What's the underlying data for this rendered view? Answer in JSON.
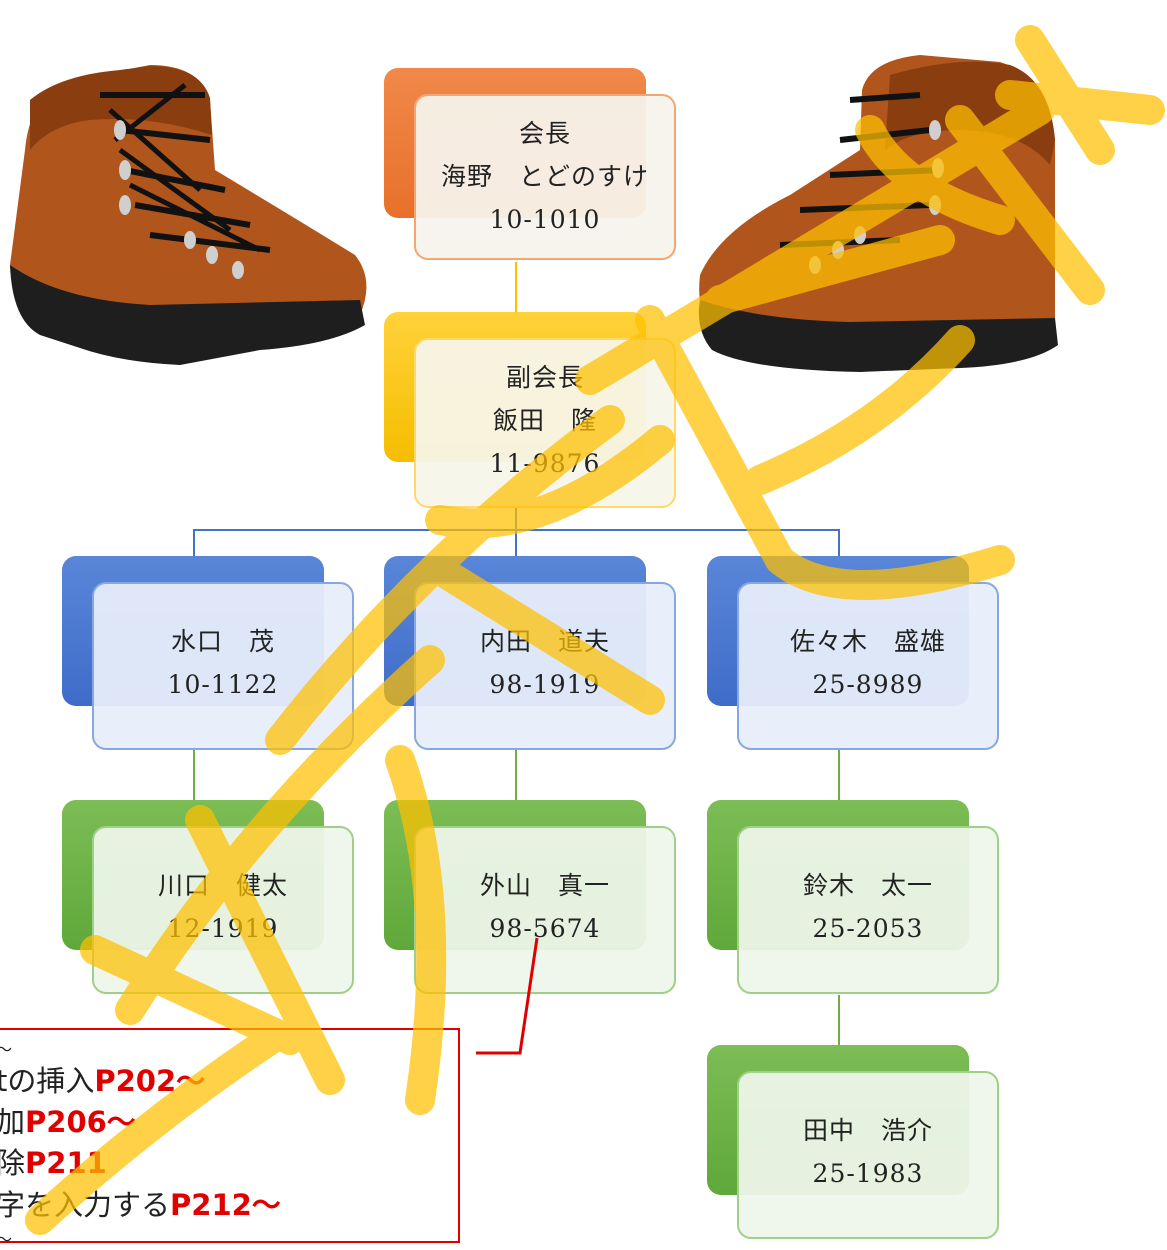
{
  "org_chart": {
    "chairman": {
      "role": "会長",
      "name": "海野　とどのすけ",
      "ext": "10-1010"
    },
    "vice_chairman": {
      "role": "副会長",
      "name": "飯田　隆",
      "ext": "11-9876"
    },
    "members": [
      {
        "name": "水口　茂",
        "ext": "10-1122"
      },
      {
        "name": "内田　道夫",
        "ext": "98-1919"
      },
      {
        "name": "佐々木　盛雄",
        "ext": "25-8989"
      },
      {
        "name": "川口　健太",
        "ext": "12-1919"
      },
      {
        "name": "外山　真一",
        "ext": "98-5674"
      },
      {
        "name": "鈴木　太一",
        "ext": "25-2053"
      },
      {
        "name": "田中　浩介",
        "ext": "25-1983"
      }
    ],
    "colors": {
      "chairman": "#ed7d31",
      "vice_chairman": "#ffc000",
      "row1": "#4472c4",
      "row2": "#70ad47",
      "callout_border": "#e00000",
      "watermark": "#ffc000"
    }
  },
  "callout": {
    "top_mark": "〜",
    "lines": [
      {
        "text": "tの挿入",
        "page": "P202〜"
      },
      {
        "text": "加",
        "page": "P206〜"
      },
      {
        "text": "除",
        "page": "P211"
      },
      {
        "text": "字を入力する",
        "page": "P212〜"
      }
    ],
    "bottom_mark": "〜"
  },
  "watermark": {
    "text": "大人見本"
  },
  "decorations": {
    "left_image": "hiking-boot",
    "right_image": "hiking-boot"
  }
}
